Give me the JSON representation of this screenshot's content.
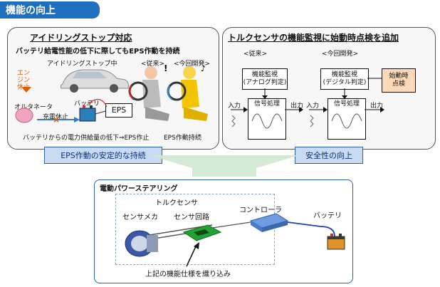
{
  "page_title": "機能の向上",
  "left_panel": {
    "title": "アイドリングストップ対応",
    "subtitle": "バッテリ給電性能の低下に際してもEPS作動を持続",
    "idling_label": "アイドリングストップ中",
    "engine_stop": "エンジン休止",
    "alternator": "オルタネータ",
    "charge_stop": "充電休止",
    "battery": "バッテリ",
    "eps": "EPS",
    "conventional": "<従来>",
    "this_dev": "<今回開発>",
    "bottom_left_caption": "バッテリからの電力供給量の低下⇒EPS作止",
    "bottom_right_caption": "EPS作動持続",
    "badge": "EPS作動の安定的な持続"
  },
  "right_panel": {
    "title": "トルクセンサの機能監視に始動時点検を追加",
    "conventional": "<従来>",
    "this_dev": "<今回開発>",
    "monitor_analog": "機能監視\n(アナログ判定)",
    "monitor_digital": "機能監視\n(デジタル判定)",
    "startup_check": "始動時\n点検",
    "input": "入力",
    "output": "出力",
    "signal_proc": "信号処理",
    "badge": "安全性の向上"
  },
  "bottom_panel": {
    "title": "電動パワーステアリング",
    "torque_sensor": "トルクセンサ",
    "sensor_mech": "センサメカ",
    "sensor_circuit": "センサ回路",
    "controller": "コントローラ",
    "battery": "バッテリ",
    "embed_note": "上記の機能仕様を織り込み"
  }
}
